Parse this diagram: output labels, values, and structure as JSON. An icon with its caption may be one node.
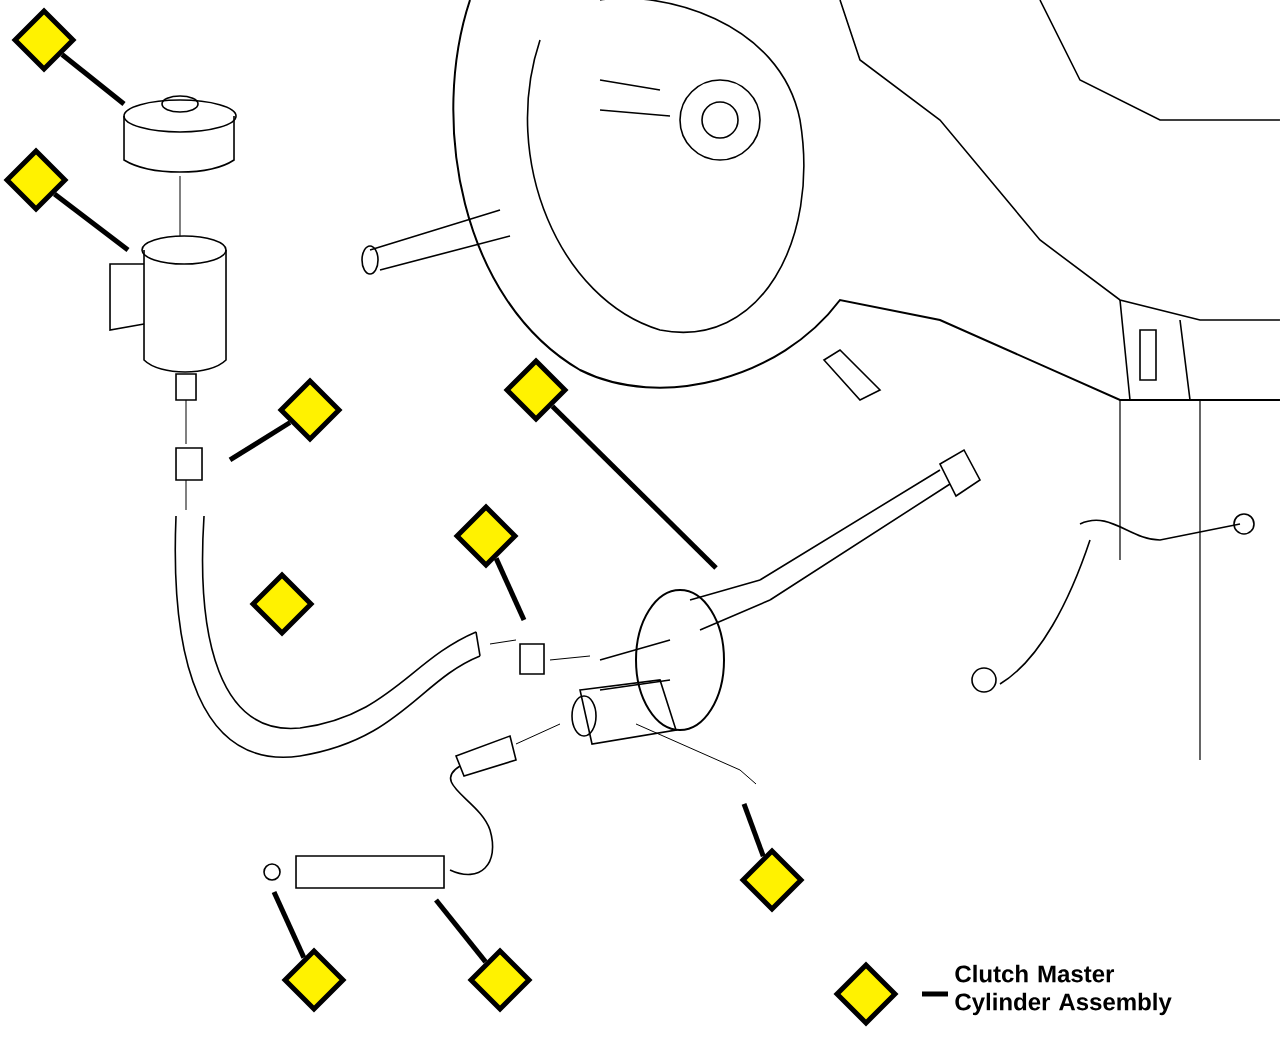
{
  "diagram": {
    "nodes": [
      {
        "text": [],
        "shape": "diamond"
      },
      {
        "text": [],
        "shape": "diamond"
      },
      {
        "text": [],
        "shape": "diamond"
      },
      {
        "text": [],
        "shape": "diamond"
      },
      {
        "text": [],
        "shape": "diamond"
      },
      {
        "text": [],
        "shape": "diamond"
      },
      {
        "text": [],
        "shape": "diamond"
      },
      {
        "text": [],
        "shape": "diamond"
      },
      {
        "text": [],
        "shape": "diamond"
      }
    ],
    "edges": [
      {
        "from": 0,
        "to": null,
        "arrow": "none"
      },
      {
        "from": 1,
        "to": null,
        "arrow": "none"
      },
      {
        "from": 2,
        "to": null,
        "arrow": "none"
      },
      {
        "from": 4,
        "to": null,
        "arrow": "none"
      },
      {
        "from": 5,
        "to": null,
        "arrow": "none"
      },
      {
        "from": 6,
        "to": null,
        "arrow": "none"
      },
      {
        "from": 7,
        "to": null,
        "arrow": "none"
      },
      {
        "from": 8,
        "to": null,
        "arrow": "none"
      }
    ],
    "legend": [
      {
        "text": "Clutch Master Cylinder Assembly"
      }
    ]
  }
}
